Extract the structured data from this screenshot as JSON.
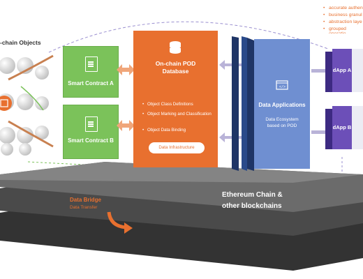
{
  "onchain_objects_label": "-chain Objects",
  "smart_contracts": [
    "Smart Contract A",
    "Smart Contract B"
  ],
  "pod": {
    "title": "On-chain POD",
    "subtitle": "Database",
    "bullets": [
      "Object Class Definitions",
      "Object Marking and Classification",
      "Object Data Binding"
    ],
    "pill": "Data Infrastructure"
  },
  "data_apps": {
    "title": "Data Applications",
    "desc_line1": "Data Ecosystem",
    "desc_line2": "based on POD"
  },
  "dapps": [
    "dApp A",
    "dApp B"
  ],
  "notes": [
    "accurate authen",
    "business granul",
    "abstraction laye",
    "grouped operatio"
  ],
  "chain": {
    "line1": "Ethereum Chain &",
    "line2": "other blockchains"
  },
  "bridge": {
    "title": "Data Bridge",
    "subtitle": "Data Transfer"
  },
  "colors": {
    "orange": "#e8702f",
    "green": "#7bc25a",
    "blue": "#6f8fd1",
    "navy": "#1f3566",
    "purple": "#6c4fb8",
    "slab": "#333333"
  }
}
